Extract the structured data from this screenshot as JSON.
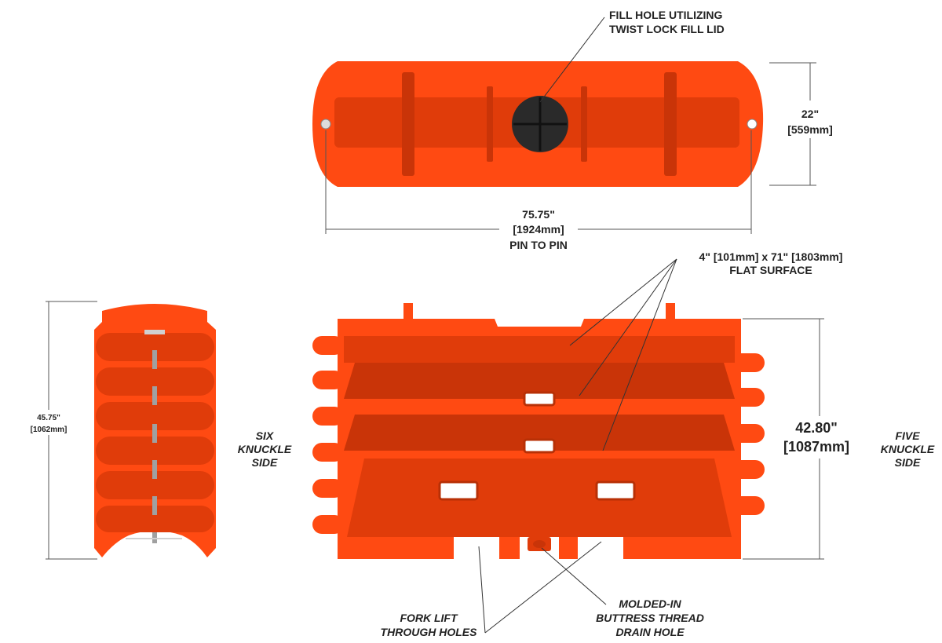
{
  "colors": {
    "body": "#ff4a12",
    "body_dark": "#e03c0a",
    "body_deep": "#c93408",
    "lid": "#2a2a2a",
    "line": "#555555"
  },
  "top_view": {
    "fill_hole_label_1": "FILL HOLE UTILIZING",
    "fill_hole_label_2": "TWIST LOCK FILL LID",
    "height_in": "22\"",
    "height_mm": "[559mm]",
    "width_in": "75.75\"",
    "width_mm": "[1924mm]",
    "width_note": "PIN TO PIN"
  },
  "front_view": {
    "flat_label_1": "4\" [101mm] x 71\" [1803mm]",
    "flat_label_2": "FLAT SURFACE",
    "height_in": "42.80\"",
    "height_mm": "[1087mm]",
    "left_side_1": "SIX",
    "left_side_2": "KNUCKLE",
    "left_side_3": "SIDE",
    "right_side_1": "FIVE",
    "right_side_2": "KNUCKLE",
    "right_side_3": "SIDE",
    "fork_1": "FORK LIFT",
    "fork_2": "THROUGH HOLES",
    "drain_1": "MOLDED-IN",
    "drain_2": "BUTTRESS THREAD",
    "drain_3": "DRAIN HOLE"
  },
  "side_view": {
    "height_in": "45.75\"",
    "height_mm": "[1062mm]"
  }
}
